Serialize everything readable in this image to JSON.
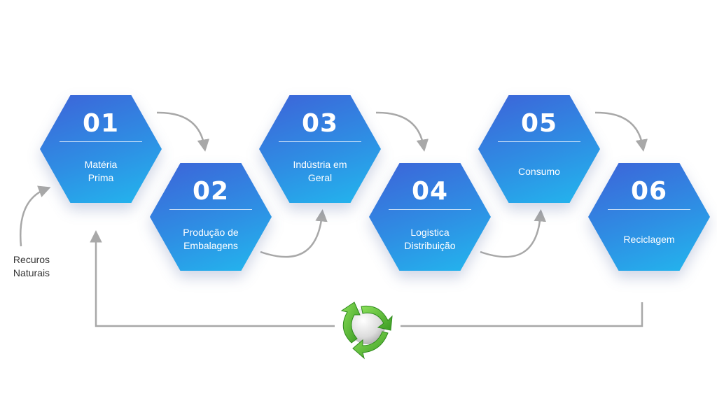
{
  "steps": [
    {
      "number": "01",
      "label": "Matéria\nPrima"
    },
    {
      "number": "02",
      "label": "Produção de\nEmbalagens"
    },
    {
      "number": "03",
      "label": "Indústria em\nGeral"
    },
    {
      "number": "04",
      "label": "Logistica\nDistribuição"
    },
    {
      "number": "05",
      "label": "Consumo"
    },
    {
      "number": "06",
      "label": "Reciclagem"
    }
  ],
  "side_label": "Recuros\nNaturais",
  "icons": {
    "cycle": "recycle-icon"
  },
  "colors": {
    "hex_top": "#3d63d8",
    "hex_bottom": "#22b8ee",
    "arrow": "#a8a8a8",
    "recycle_green": "#5fc13a"
  }
}
